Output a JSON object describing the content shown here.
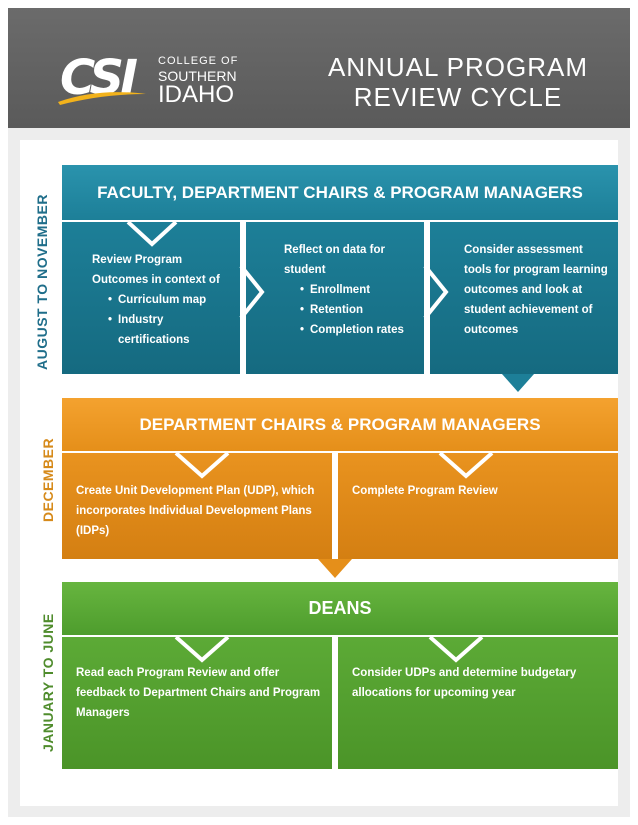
{
  "logo": {
    "mark": "CSI",
    "line1": "COLLEGE OF",
    "line2": "SOUTHERN",
    "line3": "IDAHO"
  },
  "title": {
    "line1": "ANNUAL PROGRAM",
    "line2": "REVIEW CYCLE"
  },
  "colors": {
    "blue": "#1d7f98",
    "orange": "#e58f1a",
    "green": "#4e9d2d",
    "header_gray": "#5f5f5f"
  },
  "phases": [
    {
      "period": "AUGUST TO NOVEMBER",
      "heading": "FACULTY, DEPARTMENT CHAIRS & PROGRAM MANAGERS",
      "boxes": [
        {
          "text": "Review Program Outcomes in context of",
          "bullets": [
            "Curriculum map",
            "Industry certifications"
          ]
        },
        {
          "text": "Reflect on data for student",
          "bullets": [
            "Enrollment",
            "Retention",
            "Completion rates"
          ]
        },
        {
          "text": "Consider assessment tools for program learning outcomes and look at student achievement of outcomes",
          "bullets": []
        }
      ]
    },
    {
      "period": "DECEMBER",
      "heading": "DEPARTMENT CHAIRS & PROGRAM MANAGERS",
      "boxes": [
        {
          "text": "Create Unit Development Plan (UDP), which incorporates Individual Development Plans (IDPs)",
          "bullets": []
        },
        {
          "text": "Complete Program Review",
          "bullets": []
        }
      ]
    },
    {
      "period": "JANUARY TO JUNE",
      "heading": "DEANS",
      "boxes": [
        {
          "text": "Read each Program Review and offer feedback to Department Chairs and Program Managers",
          "bullets": []
        },
        {
          "text": "Consider UDPs and determine budgetary allocations for upcoming year",
          "bullets": []
        }
      ]
    }
  ]
}
